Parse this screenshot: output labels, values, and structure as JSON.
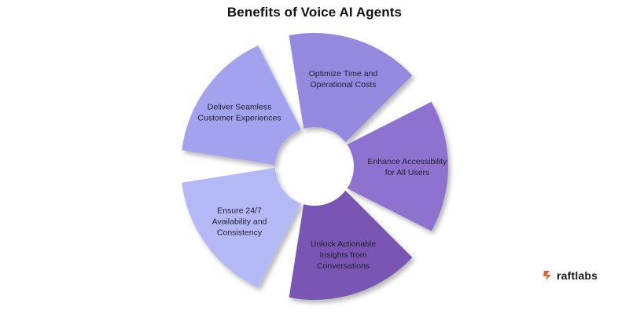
{
  "diagram": {
    "title": "Benefits of Voice AI Agents",
    "segments": [
      {
        "lines": [
          "Deliver Seamless",
          "Customer Experiences"
        ],
        "color": "#a3a2ef",
        "text_color": "#1f1f2e"
      },
      {
        "lines": [
          "Optimize Time and",
          "Operational Costs"
        ],
        "color": "#9489df",
        "text_color": "#1f1f2e"
      },
      {
        "lines": [
          "Enhance Accessibility",
          "for All Users"
        ],
        "color": "#8e72d0",
        "text_color": "#1f1f2e"
      },
      {
        "lines": [
          "Unlock Actionable",
          "Insights from",
          "Conversations"
        ],
        "color": "#7a56b4",
        "text_color": "#1f1f2e"
      },
      {
        "lines": [
          "Ensure 24/7",
          "Availability and",
          "Consistency"
        ],
        "color": "#b4b8f4",
        "text_color": "#1f1f2e"
      }
    ]
  },
  "brand": {
    "name": "raftlabs",
    "icon": "raftlabs-logo-icon",
    "icon_color": "#f05a28"
  }
}
